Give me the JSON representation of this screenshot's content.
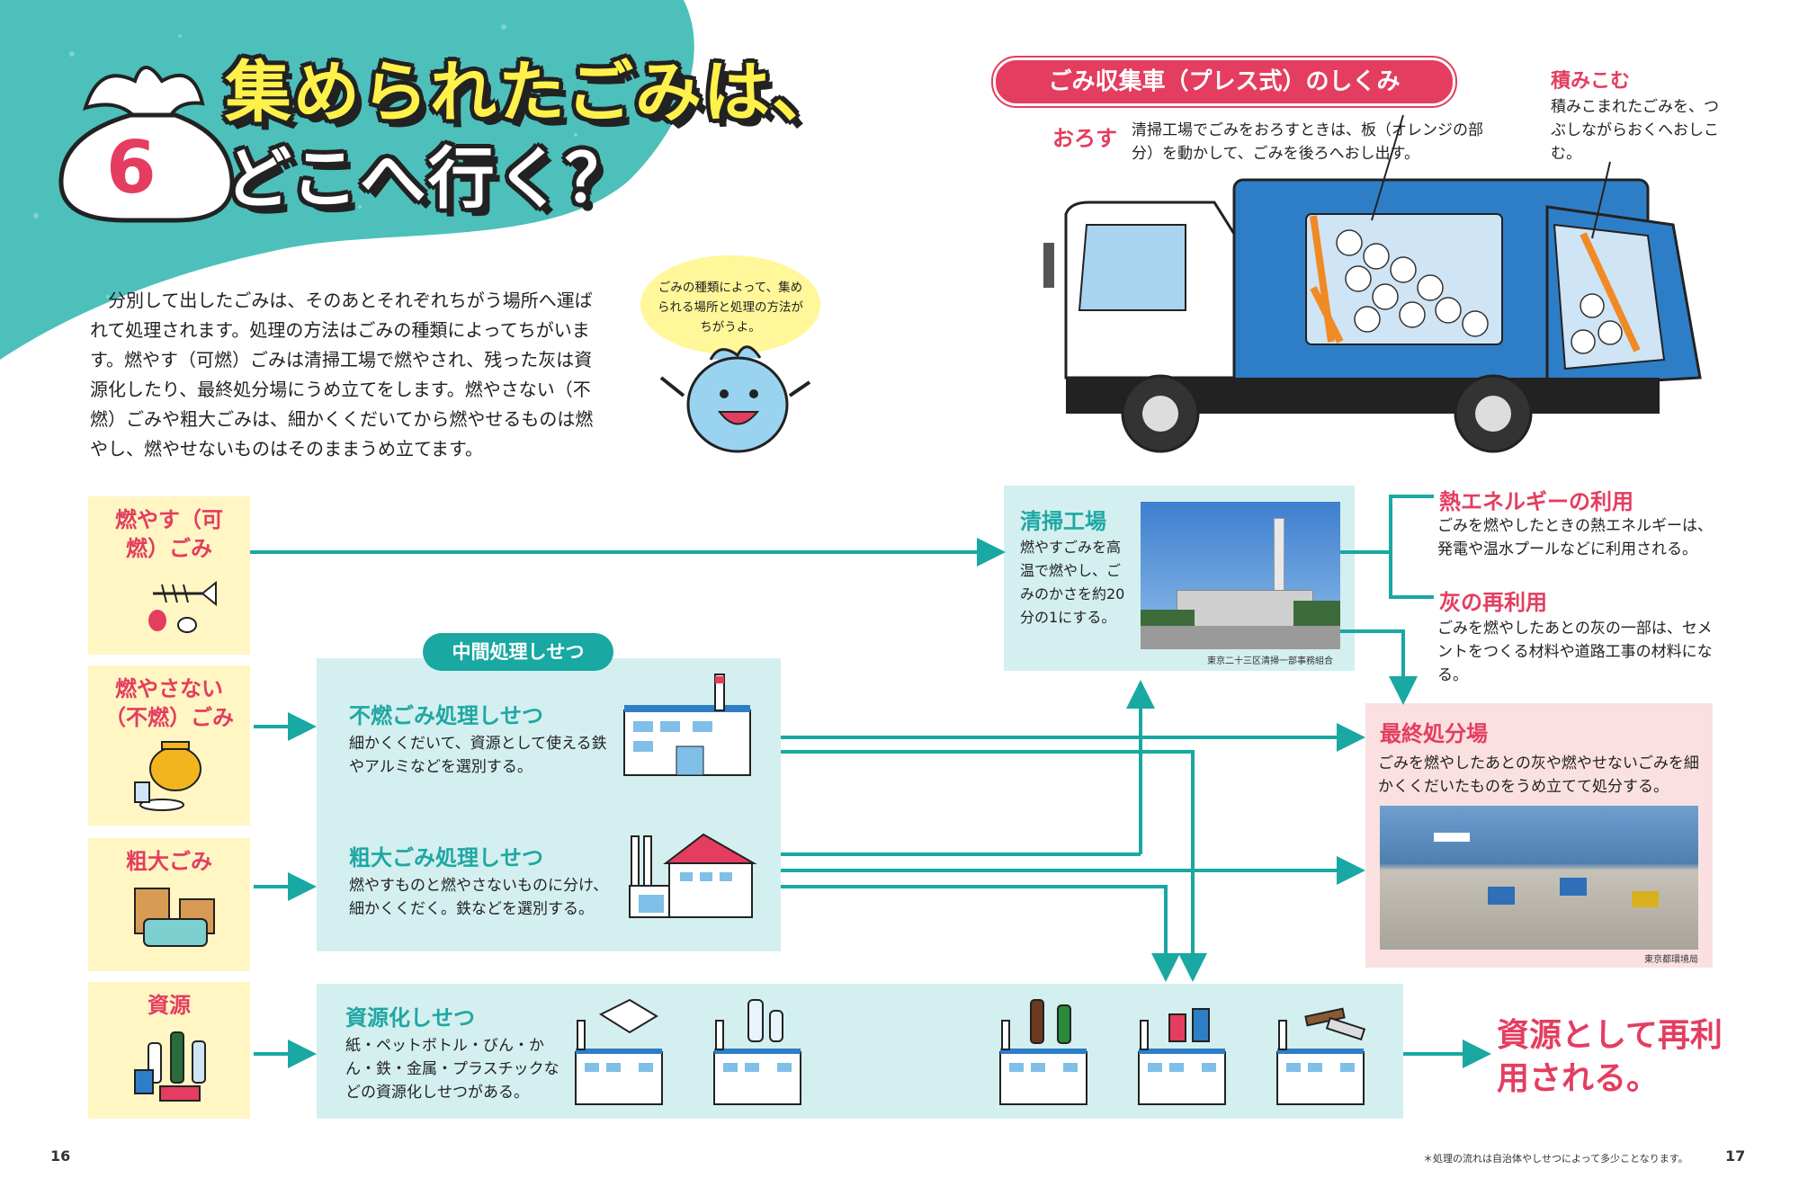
{
  "header": {
    "number": "6",
    "title_line1": "集められたごみは、",
    "title_line2": "どこへ行く？"
  },
  "intro": "分別して出したごみは、そのあとそれぞれちがう場所へ運ばれて処理されます。処理の方法はごみの種類によってちがいます。燃やす（可燃）ごみは清掃工場で燃やされ、残った灰は資源化したり、最終処分場にうめ立てをします。燃やさない（不燃）ごみや粗大ごみは、細かくくだいてから燃やせるものは燃やし、燃やせないものはそのままうめ立てます。",
  "bubble": "ごみの種類によって、集められる場所と処理の方法がちがうよ。",
  "truck": {
    "title": "ごみ収集車（プレス式）のしくみ",
    "orosu_label": "おろす",
    "orosu_text": "清掃工場でごみをおろすときは、板（オレンジの部分）を動かして、ごみを後ろへおし出す。",
    "tsumikomu_label": "積みこむ",
    "tsumikomu_text": "積みこまれたごみを、つぶしながらおくへおしこむ。"
  },
  "categories": {
    "burnable": "燃やす（可燃）ごみ",
    "nonburnable": "燃やさない（不燃）ごみ",
    "bulky": "粗大ごみ",
    "resource": "資源"
  },
  "intermediate": {
    "pill": "中間処理しせつ",
    "nonburn_title": "不燃ごみ処理しせつ",
    "nonburn_text": "細かくくだいて、資源として使える鉄やアルミなどを選別する。",
    "bulky_title": "粗大ごみ処理しせつ",
    "bulky_text": "燃やすものと燃やさないものに分け、細かくくだく。鉄などを選別する。"
  },
  "recycling": {
    "title": "資源化しせつ",
    "text": "紙・ペットボトル・びん・かん・鉄・金属・プラスチックなどの資源化しせつがある。",
    "result": "資源として再利用される。"
  },
  "plant": {
    "title": "清掃工場",
    "text": "燃やすごみを高温で燃やし、ごみのかさを約20分の1にする。",
    "credit": "東京二十三区清掃一部事務組合"
  },
  "heat": {
    "title": "熱エネルギーの利用",
    "text": "ごみを燃やしたときの熱エネルギーは、発電や温水プールなどに利用される。"
  },
  "ash": {
    "title": "灰の再利用",
    "text": "ごみを燃やしたあとの灰の一部は、セメントをつくる材料や道路工事の材料になる。"
  },
  "landfill": {
    "title": "最終処分場",
    "text": "ごみを燃やしたあとの灰や燃やせないごみを細かくくだいたものをうめ立てて処分する。",
    "credit": "東京都環境局"
  },
  "footer": {
    "page_left": "16",
    "page_right": "17",
    "note": "＊処理の流れは自治体やしせつによって多少ことなります。"
  },
  "colors": {
    "teal": "#19a8a2",
    "pink": "#e43d60",
    "yellow_panel": "#fff6c4",
    "teal_panel": "#d4efef",
    "landfill_panel": "#fbe0e1",
    "truck_blue": "#2e7ec7"
  }
}
